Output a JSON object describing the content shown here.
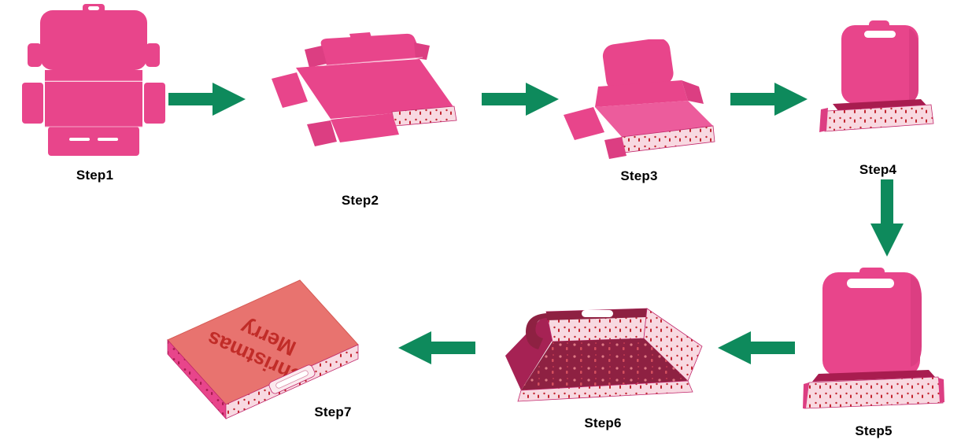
{
  "diagram": {
    "steps": [
      {
        "label": "Step1"
      },
      {
        "label": "Step2"
      },
      {
        "label": "Step3"
      },
      {
        "label": "Step4"
      },
      {
        "label": "Step5"
      },
      {
        "label": "Step6"
      },
      {
        "label": "Step7"
      }
    ],
    "flow": [
      {
        "from": "Step1",
        "to": "Step2",
        "direction": "right"
      },
      {
        "from": "Step2",
        "to": "Step3",
        "direction": "right"
      },
      {
        "from": "Step3",
        "to": "Step4",
        "direction": "right"
      },
      {
        "from": "Step4",
        "to": "Step5",
        "direction": "down"
      },
      {
        "from": "Step5",
        "to": "Step6",
        "direction": "left"
      },
      {
        "from": "Step6",
        "to": "Step7",
        "direction": "left"
      }
    ],
    "box_lid_text": {
      "line1": "Merry",
      "line2": "Christmas"
    },
    "colors": {
      "box_pink": "#E8458B",
      "box_pink_dark": "#DC3E82",
      "box_pink_light": "#F8D9E1",
      "motif_red": "#C2252F",
      "interior_maroon": "#8E2142",
      "lid_salmon": "#E8736F",
      "lid_text_red": "#C12C28",
      "arrow_green": "#0E8A5C",
      "label_text": "#000000",
      "background": "#FFFFFF"
    }
  }
}
